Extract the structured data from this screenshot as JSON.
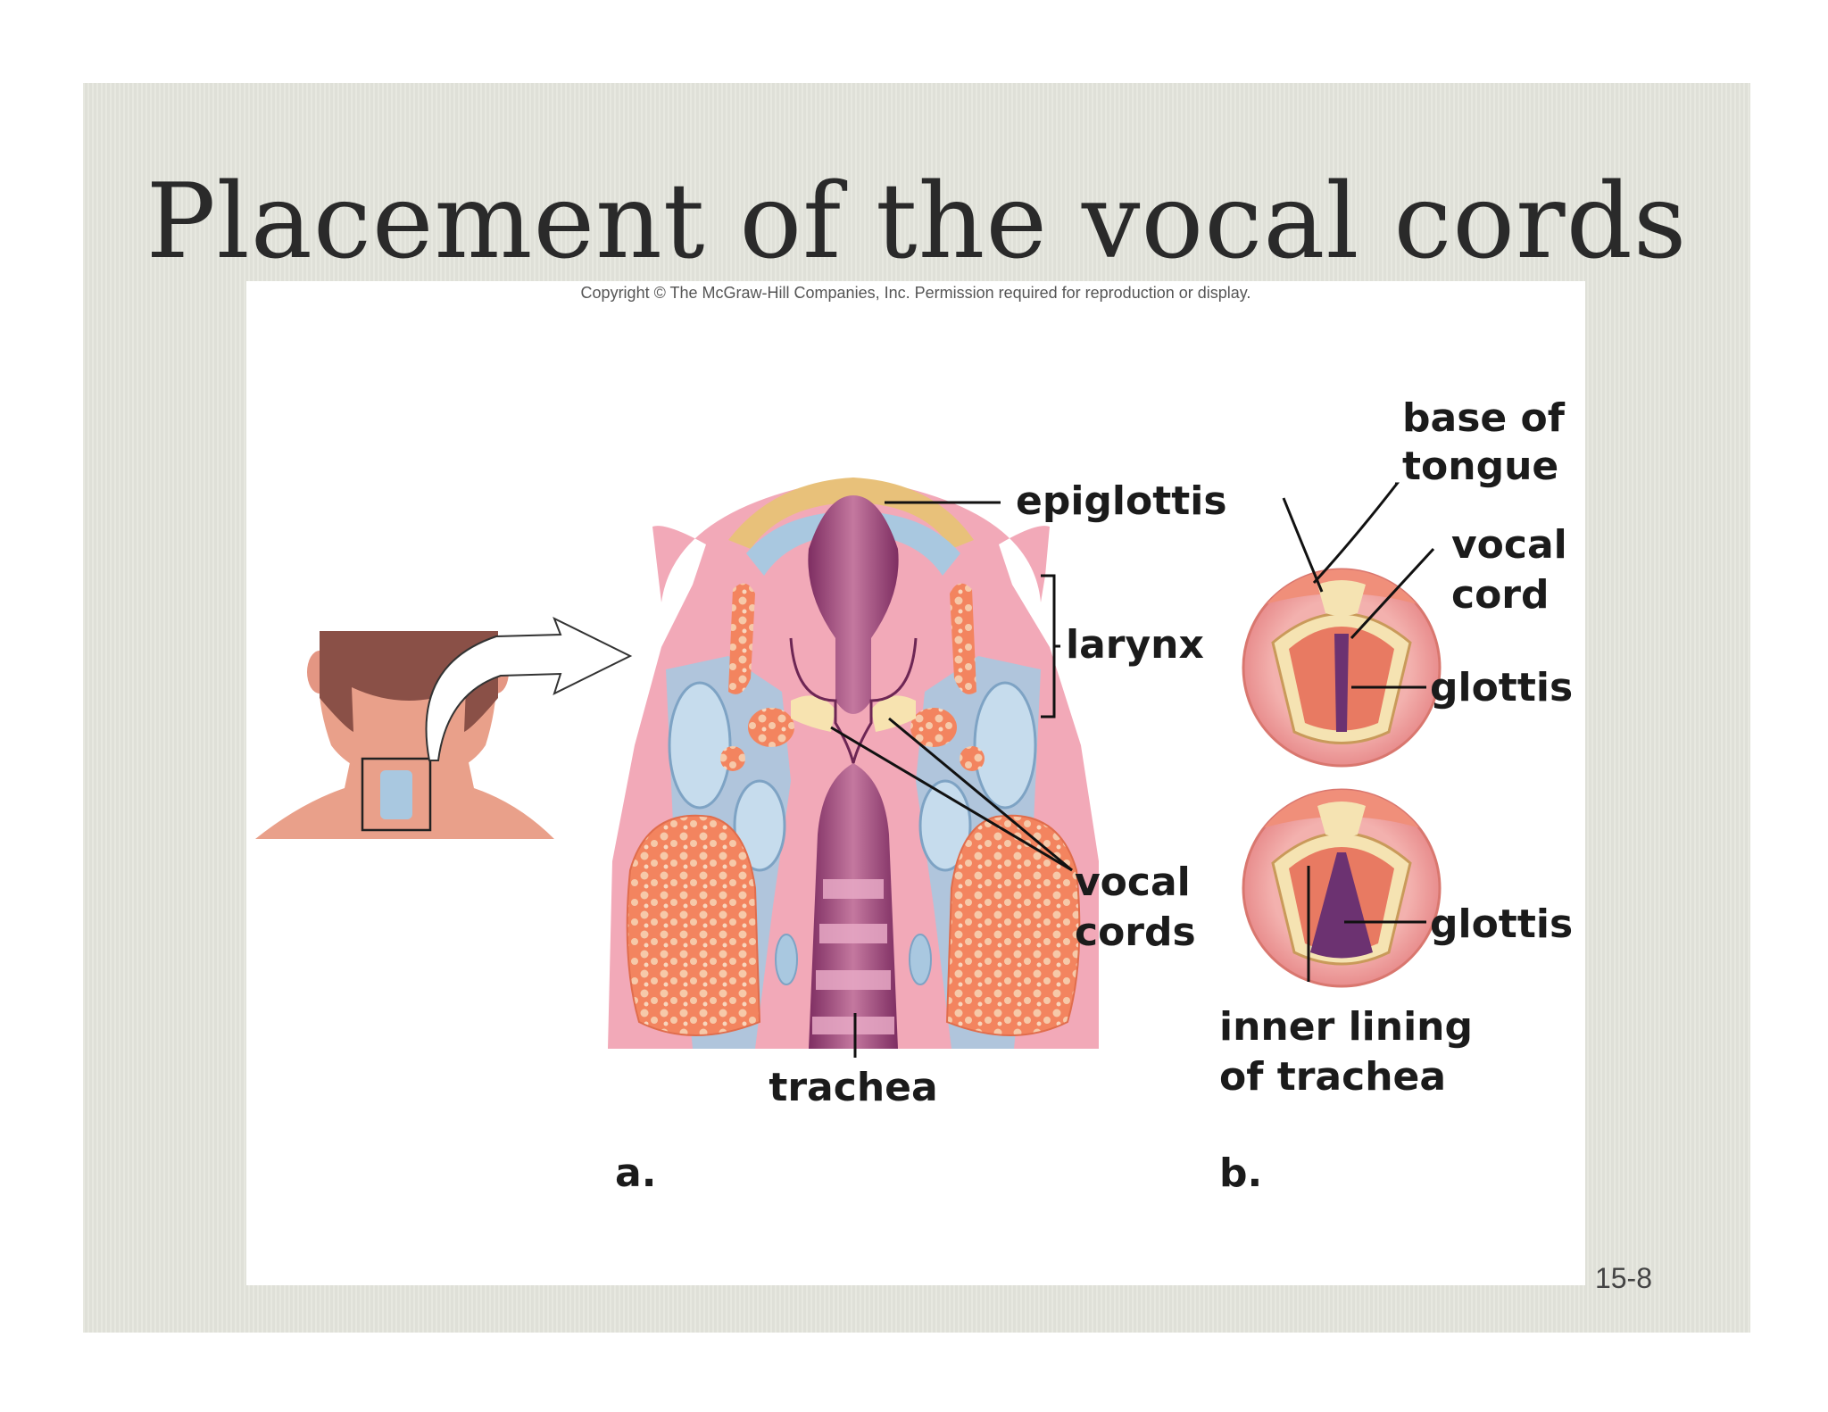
{
  "slide": {
    "title": "Placement of the vocal cords",
    "page_number": "15-8"
  },
  "figure": {
    "copyright": "Copyright © The McGraw-Hill Companies, Inc. Permission required for reproduction or display.",
    "panel_a": {
      "letter": "a.",
      "labels": {
        "epiglottis": "epiglottis",
        "larynx": "larynx",
        "vocal_cords_1": "vocal",
        "vocal_cords_2": "cords",
        "trachea": "trachea"
      }
    },
    "panel_b": {
      "letter": "b.",
      "labels": {
        "base_of_tongue_1": "base of",
        "base_of_tongue_2": "tongue",
        "vocal_cord_1": "vocal",
        "vocal_cord_2": "cord",
        "glottis_top": "glottis",
        "glottis_bottom": "glottis",
        "inner_lining_1": "inner lining",
        "inner_lining_2": "of trachea"
      }
    },
    "colors": {
      "tissue_pink": "#f2a9b8",
      "cartilage_blue": "#a9c8e0",
      "bone_orange": "#f07c5a",
      "trachea_purple": "#a0467a",
      "skin": "#e9a08a",
      "hair": "#8a5047"
    }
  }
}
